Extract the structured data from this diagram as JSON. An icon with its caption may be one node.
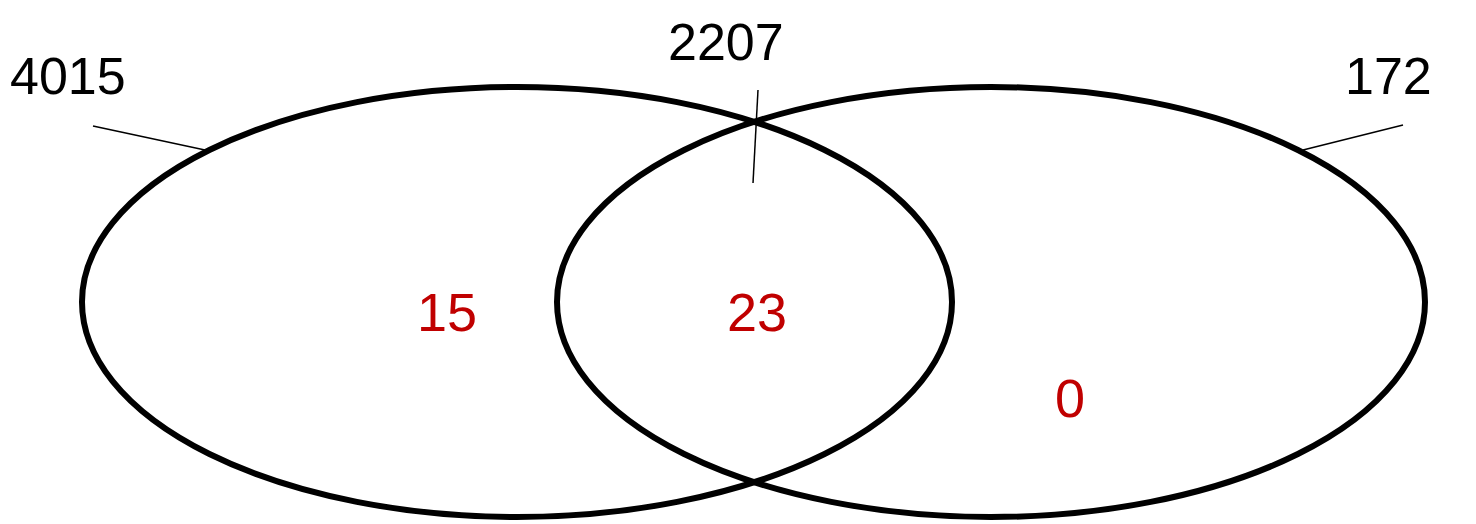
{
  "diagram": {
    "nodes": [
      {
        "text": [
          "4015"
        ]
      },
      {
        "text": [
          "2207"
        ]
      },
      {
        "text": [
          "172"
        ]
      },
      {
        "text": [],
        "shape": "ellipse"
      },
      {
        "text": [],
        "shape": "ellipse"
      }
    ],
    "edges": [
      {
        "from": 0,
        "to": 3,
        "arrow": "none"
      },
      {
        "from": 1,
        "to": 4,
        "arrow": "none"
      },
      {
        "from": 2,
        "to": 4,
        "arrow": "none"
      }
    ],
    "labels": [
      "15",
      "23",
      "0"
    ]
  }
}
